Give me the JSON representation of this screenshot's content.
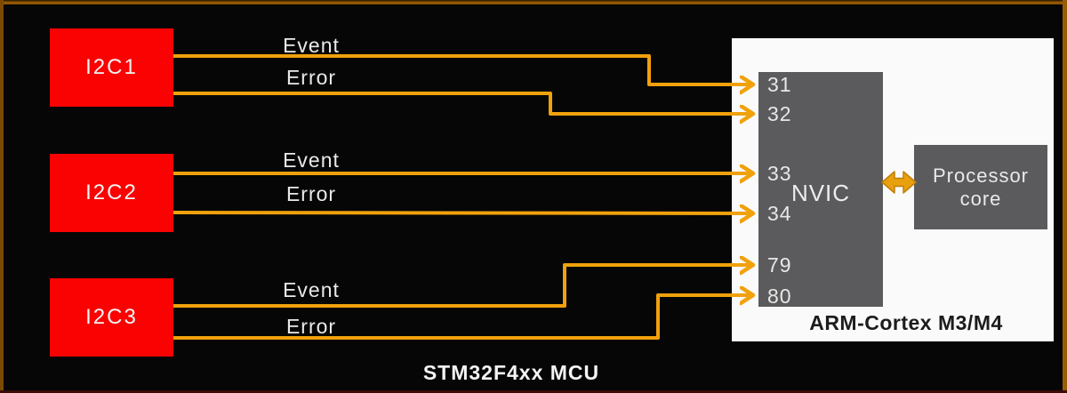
{
  "diagram": {
    "title": "STM32F4xx MCU",
    "arm_label": "ARM-Cortex M3/M4",
    "peripherals": [
      {
        "name": "I2C1",
        "event_label": "Event",
        "error_label": "Error",
        "event_irq": "31",
        "error_irq": "32"
      },
      {
        "name": "I2C2",
        "event_label": "Event",
        "error_label": "Error",
        "event_irq": "33",
        "error_irq": "34"
      },
      {
        "name": "I2C3",
        "event_label": "Event",
        "error_label": "Error",
        "event_irq": "79",
        "error_irq": "80"
      }
    ],
    "nvic": {
      "label": "NVIC",
      "numbers": [
        "31",
        "32",
        "33",
        "34",
        "79",
        "80"
      ]
    },
    "processor": {
      "line1": "Processor",
      "line2": "core"
    },
    "colors": {
      "accent_orange": "#F0A10C",
      "box_red": "#FA0202",
      "box_gray": "#5B5B5D",
      "panel_white": "#FAFAFA",
      "background": "#060606"
    }
  }
}
